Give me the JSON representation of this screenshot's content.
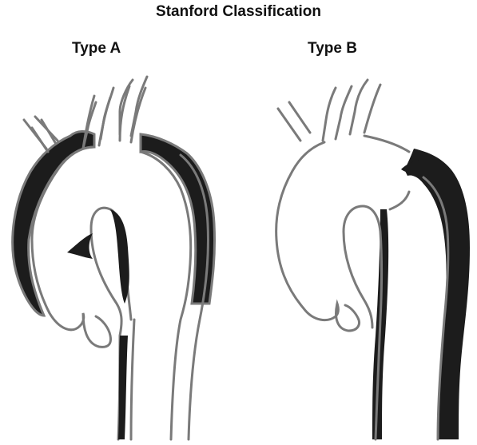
{
  "title": "Stanford Classification",
  "panels": [
    {
      "label": "Type A"
    },
    {
      "label": "Type B"
    }
  ],
  "colors": {
    "vessel_outline": "#7a7a7a",
    "dissection_fill": "#1c1c1c",
    "background": "#ffffff"
  }
}
